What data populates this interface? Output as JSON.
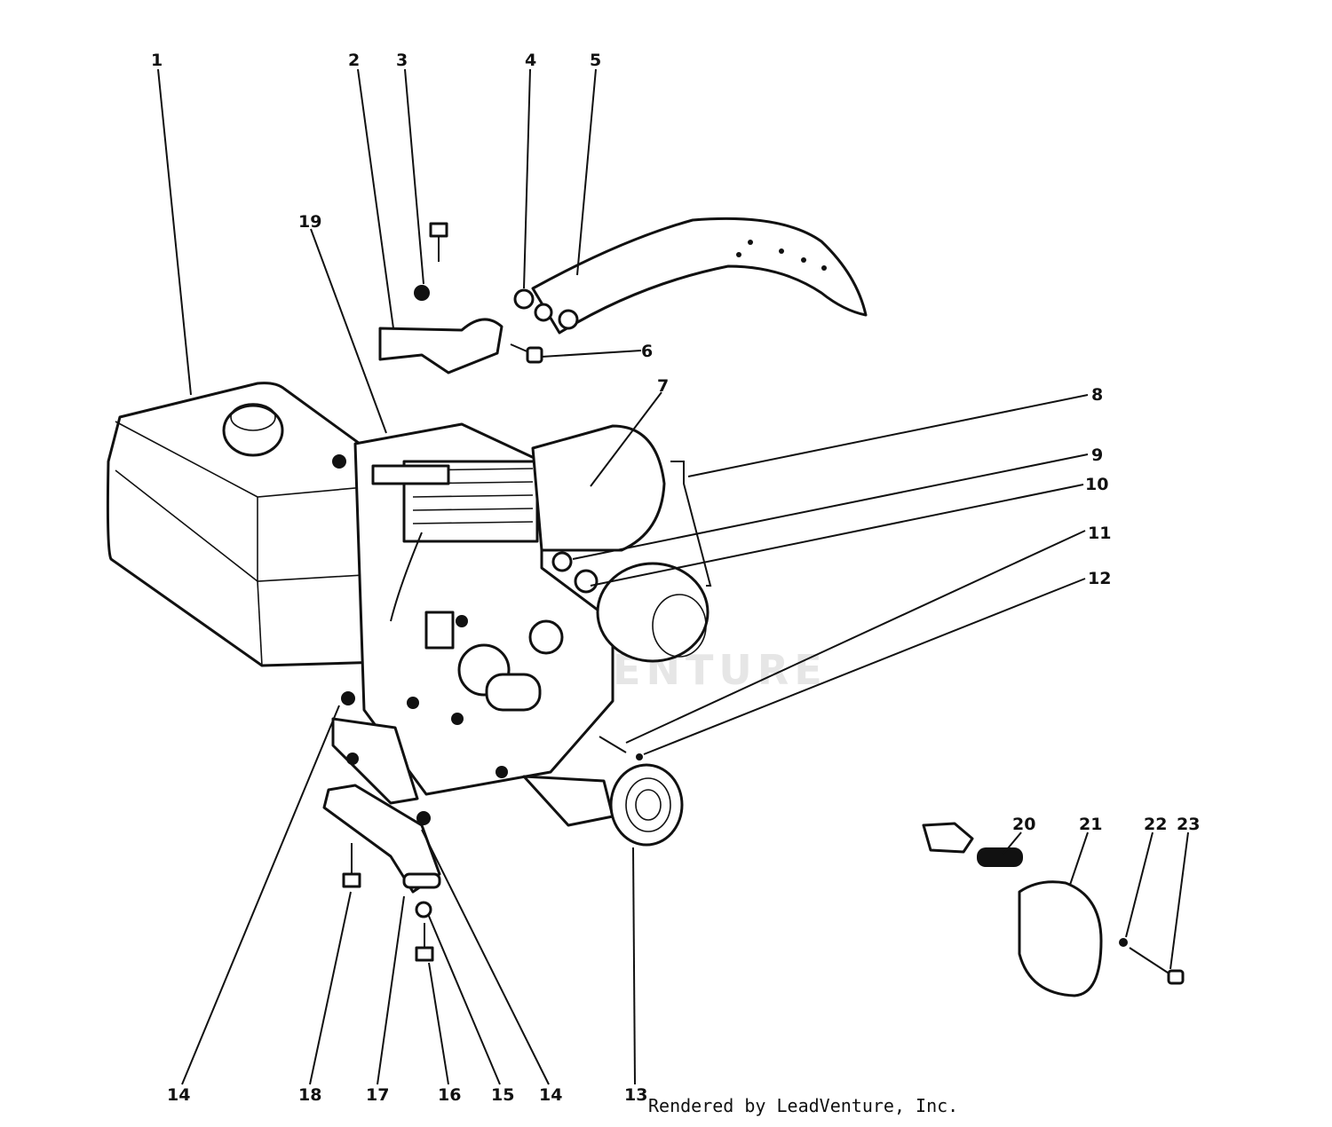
{
  "callouts": {
    "c1": "1",
    "c2": "2",
    "c3": "3",
    "c4": "4",
    "c5": "5",
    "c6": "6",
    "c7": "7",
    "c8": "8",
    "c9": "9",
    "c10": "10",
    "c11": "11",
    "c12": "12",
    "c13": "13",
    "c14a": "14",
    "c14b": "14",
    "c15": "15",
    "c16": "16",
    "c17": "17",
    "c18": "18",
    "c19": "19",
    "c20": "20",
    "c21": "21",
    "c22": "22",
    "c23": "23"
  },
  "watermark": "LEADVENTURE",
  "credit": "Rendered by LeadVenture, Inc."
}
